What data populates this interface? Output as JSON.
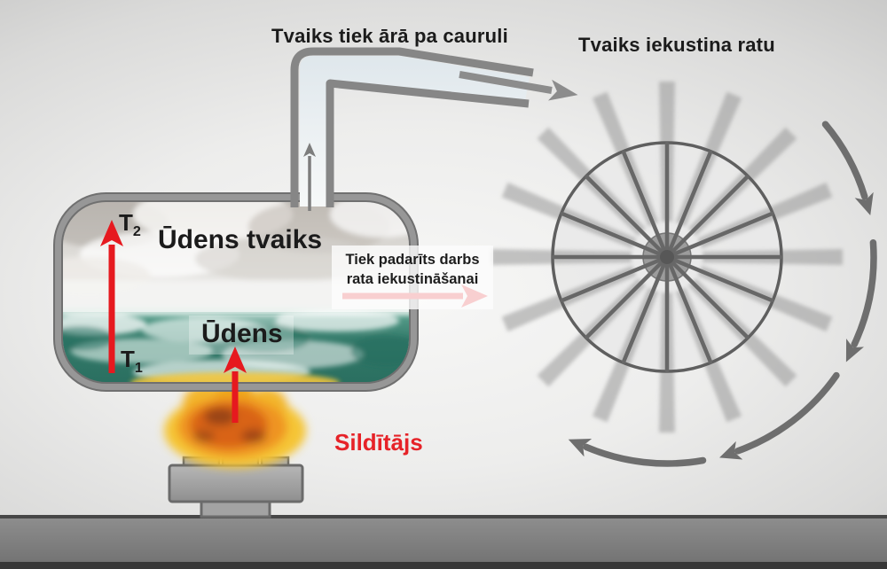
{
  "labels": {
    "pipe_title": "Tvaiks tiek ārā pa cauruli",
    "wheel_title": "Tvaiks iekustina ratu",
    "steam": "Ūdens tvaiks",
    "water": "Ūdens",
    "work_line1": "Tiek padarīts darbs",
    "work_line2": "rata iekustināšanai",
    "heater": "Sildītājs",
    "t_upper": "T",
    "t_upper_sub": "2",
    "t_lower": "T",
    "t_lower_sub": "1"
  },
  "colors": {
    "accent_red": "#e6191f",
    "rotation_arrow_gray": "#6e6e6e",
    "metal_gray": "#8d8d8d",
    "water_teal": "#2f7767",
    "flame_orange": "#ef9420"
  }
}
